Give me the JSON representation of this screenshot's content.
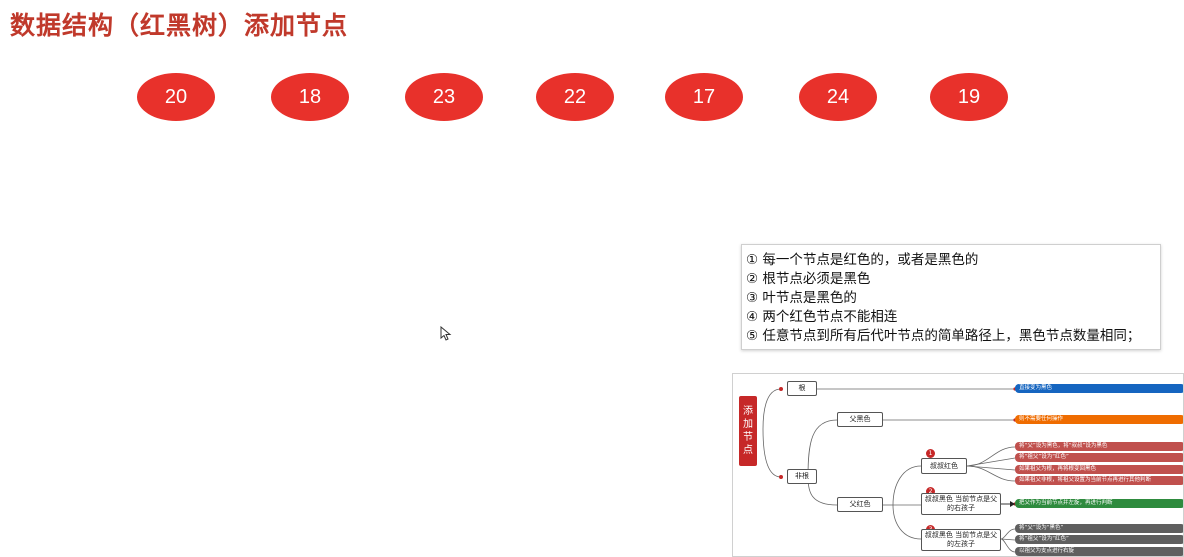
{
  "title": "数据结构（红黑树）添加节点",
  "nodes": [
    "20",
    "18",
    "23",
    "22",
    "17",
    "24",
    "19"
  ],
  "rules": [
    "① 每一个节点是红色的，或者是黑色的",
    "② 根节点必须是黑色",
    "③ 叶节点是黑色的",
    "④ 两个红色节点不能相连",
    "⑤ 任意节点到所有后代叶节点的简单路径上，黑色节点数量相同；"
  ],
  "mindmap": {
    "title": "添加节点",
    "root": "根",
    "nonroot": "非根",
    "father_black": "父黑色",
    "father_red": "父红色",
    "case1_num": "1",
    "case1": "叔叔红色",
    "case2_num": "2",
    "case2": "叔叔黑色 当前节点是父的右孩子",
    "case3_num": "3",
    "case3": "叔叔黑色 当前节点是父的左孩子",
    "bars": [
      "直接变为黑色",
      "则不需要任何操作",
      "将“父”设为黑色，将“叔叔”设为黑色",
      "将“祖父”设为“红色”",
      "如果祖父为根，再将根变回黑色",
      "如果祖父非根，将祖父设置为当前节点再进行其他判断",
      "把父作为当前节点并左旋，再进行判断",
      "将“父”设为“黑色”",
      "将“祖父”设为“红色”",
      "以祖父为支点进行右旋"
    ],
    "colors": {
      "blue": "#1565c0",
      "orange": "#ef6c00",
      "red": "#c0504d",
      "green": "#2e8b3e",
      "gray": "#5f5f5f"
    }
  }
}
